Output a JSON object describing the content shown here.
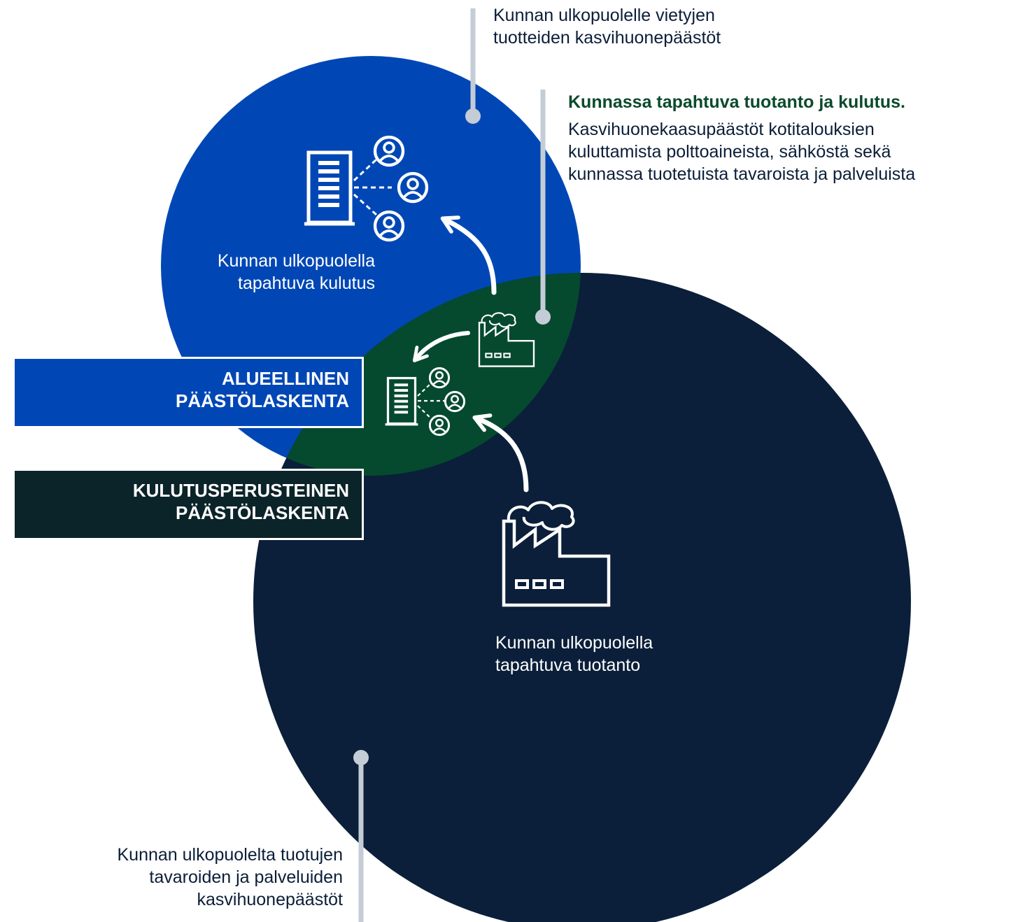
{
  "colors": {
    "blue_circle": "#0047b5",
    "navy_circle": "#0b1f3a",
    "green_overlap": "#054a2e",
    "pointer_line": "#c4ccd6",
    "heading_green": "#0b4a2c",
    "box_dark": "#0b2429"
  },
  "icons": [
    "building-icon",
    "person-icon",
    "factory-icon",
    "curved-arrow-icon"
  ],
  "labels": {
    "exported_emissions": "Kunnan ulkopuolelle vietyjen\ntuotteiden kasvihuonepäästöt",
    "local_heading": "Kunnassa tapahtuva tuotanto ja kulutus.",
    "local_body": "Kasvihuonekaasupäästöt kotitalouksien\nkuluttamista polttoaineista, sähköstä sekä\nkunnassa tuotetuista tavaroista ja palveluista",
    "outside_consumption": "Kunnan ulkopuolella\ntapahtuva kulutus",
    "outside_production": "Kunnan ulkopuolella\ntapahtuva tuotanto",
    "imported_emissions": "Kunnan ulkopuolelta tuotujen\ntavaroiden ja palveluiden\nkasvihuonepäästöt"
  },
  "boxes": {
    "regional": "ALUEELLINEN\nPÄÄSTÖLASKENTA",
    "consumption": "KULUTUSPERUSTEINEN\nPÄÄSTÖLASKENTA"
  }
}
